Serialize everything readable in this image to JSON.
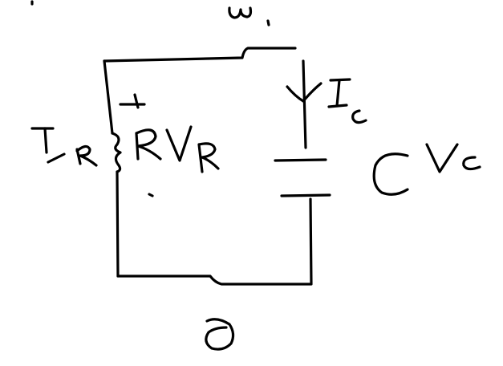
{
  "colors": {
    "ink": "#000000",
    "background": "#ffffff"
  },
  "labels": {
    "top_node": "u₁",
    "resistor_current": "I_R",
    "resistor": "R",
    "resistor_voltage": "V_R",
    "resistor_plus": "+",
    "resistor_minus": "-",
    "capacitor_current": "I_c",
    "capacitor": "C",
    "capacitor_voltage": "V_c",
    "bottom_node": "0"
  }
}
